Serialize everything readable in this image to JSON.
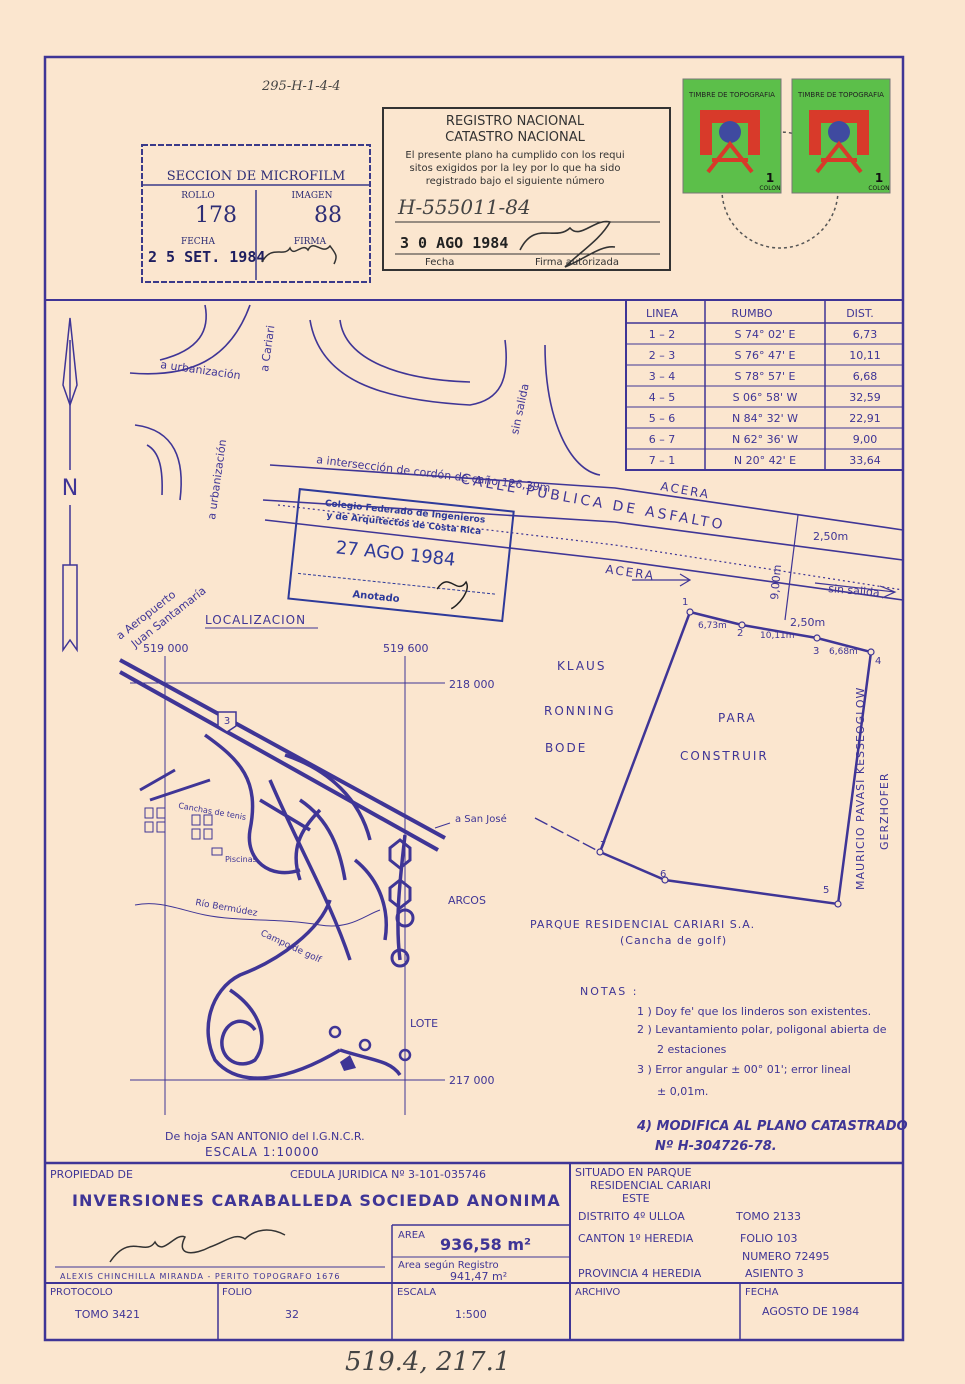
{
  "reference_code": "295-H-1-4-4",
  "microfilm": {
    "title": "SECCION DE MICROFILM",
    "rollo_label": "ROLLO",
    "rollo": "178",
    "imagen_label": "IMAGEN",
    "imagen": "88",
    "fecha_label": "FECHA",
    "fecha": "2 5 SET. 1984",
    "firma_label": "FIRMA"
  },
  "registro": {
    "title1": "REGISTRO NACIONAL",
    "title2": "CATASTRO NACIONAL",
    "text1": "El presente plano ha cumplido con los requi",
    "text2": "sitos exigidos por la ley por lo que ha sido",
    "text3": "registrado bajo el siguiente número",
    "number": "H-555011-84",
    "date": "3 0 AGO 1984",
    "fecha_label": "Fecha",
    "firma_label": "Firma autorizada"
  },
  "stamps": {
    "label": "TIMBRE DE TOPOGRAFIA",
    "value": "1",
    "currency": "COLON"
  },
  "bearing_table": {
    "headers": [
      "LINEA",
      "RUMBO",
      "DIST."
    ],
    "rows": [
      [
        "1 – 2",
        "S 74° 02' E",
        "6,73"
      ],
      [
        "2 – 3",
        "S 76° 47' E",
        "10,11"
      ],
      [
        "3 – 4",
        "S 78° 57' E",
        "6,68"
      ],
      [
        "4 – 5",
        "S 06° 58' W",
        "32,59"
      ],
      [
        "5 – 6",
        "N 84° 32' W",
        "22,91"
      ],
      [
        "6 – 7",
        "N 62° 36' W",
        "9,00"
      ],
      [
        "7 – 1",
        "N 20° 42' E",
        "33,64"
      ]
    ]
  },
  "site_plan": {
    "north_label": "N",
    "street_name": "CALLE PUBLICA DE ASFALTO",
    "acera": "ACERA",
    "intersection_note": "a intersección de cordón de caño 126,39m",
    "to_urbanizacion": "a urbanización",
    "to_cariari": "a Cariari",
    "sin_salida": "sin salida",
    "width_25": "2,50m",
    "width_9": "9,00m",
    "owner_west": [
      "KLAUS",
      "RONNING",
      "BODE"
    ],
    "lot_label": [
      "PARA",
      "CONSTRUIR"
    ],
    "owner_east": [
      "MAURICIO PAVASI KESSEOGLOW",
      "GERZHOFER"
    ],
    "owner_south": [
      "PARQUE RESIDENCIAL CARIARI S.A.",
      "(Cancha de golf)"
    ],
    "segment_labels": [
      "6,73m",
      "10,11m",
      "6,68m"
    ],
    "vertices": [
      "1",
      "2",
      "3",
      "4",
      "5",
      "6",
      "7"
    ]
  },
  "anotado_stamp": {
    "line1": "Colegio Federado de Ingenieros",
    "line2": "y de Arquitectos de Costa Rica",
    "date": "27 AGO 1984",
    "label": "Anotado"
  },
  "location_map": {
    "title": "LOCALIZACION",
    "coords": [
      "519 000",
      "519 600",
      "218 000",
      "217 000"
    ],
    "route": "3",
    "airport": [
      "a Aeropuerto",
      "Juan Santamaría"
    ],
    "san_jose": "a San José",
    "tennis": "Canchas de tenis",
    "pools": "Piscinas",
    "river": "Río Bermúdez",
    "golf": "Campo de golf",
    "arcos": "ARCOS",
    "lote": "LOTE",
    "source": "De hoja SAN ANTONIO del I.G.N.C.R.",
    "scale": "ESCALA 1:10000"
  },
  "notes": {
    "title": "NOTAS :",
    "items": [
      "1 ) Doy fe' que los linderos son existentes.",
      "2 ) Levantamiento polar, poligonal abierta de",
      "2 estaciones",
      "3 ) Error angular ± 00° 01'; error lineal",
      "± 0,01m."
    ],
    "modifica1": "4) MODIFICA AL PLANO CATASTRADO",
    "modifica2": "Nº H-304726-78."
  },
  "title_block": {
    "propiedad_label": "PROPIEDAD DE",
    "cedula": "CEDULA JURIDICA Nº 3-101-035746",
    "owner": "INVERSIONES CARABALLEDA SOCIEDAD ANONIMA",
    "surveyor": "ALEXIS CHINCHILLA MIRANDA - PERITO TOPOGRAFO 1676",
    "situado1": "SITUADO EN PARQUE",
    "situado2": "RESIDENCIAL CARIARI",
    "situado3": "ESTE",
    "distrito": "DISTRITO 4º ULLOA",
    "canton": "CANTON 1º HEREDIA",
    "provincia": "PROVINCIA 4 HEREDIA",
    "tomo_r": "TOMO   2133",
    "folio_r": "FOLIO   103",
    "numero": "NUMERO  72495",
    "asiento": "ASIENTO   3",
    "area_label": "AREA",
    "area": "936,58 m²",
    "area_registro_label": "Area según Registro",
    "area_registro": "941,47 m²",
    "protocolo_label": "PROTOCOLO",
    "tomo_p": "TOMO  3421",
    "folio_label": "FOLIO",
    "folio": "32",
    "escala_label": "ESCALA",
    "escala": "1:500",
    "archivo_label": "ARCHIVO",
    "fecha_label": "FECHA",
    "fecha": "AGOSTO DE 1984"
  },
  "bottom_handwritten": "519.4, 217.1"
}
